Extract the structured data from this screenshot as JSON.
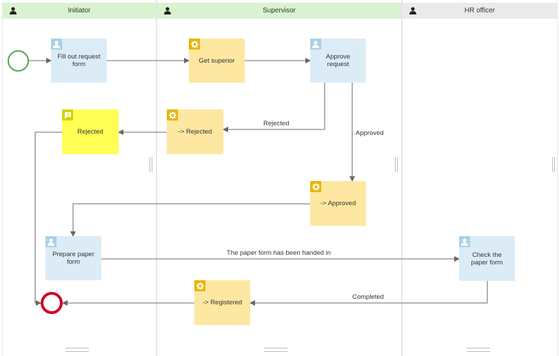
{
  "lanes": [
    {
      "title": "Initiator",
      "header_color": "#d9f2d0"
    },
    {
      "title": "Supervisor",
      "header_color": "#d9f2d0"
    },
    {
      "title": "HR officer",
      "header_color": "#ece9ea"
    }
  ],
  "nodes": {
    "fill_out": "Fill out request form",
    "get_superior": "Get superior",
    "approve_request": "Approve request",
    "rejected_msg": "Rejected",
    "set_rejected": "-> Rejected",
    "set_approved": "-> Approved",
    "prepare_paper": "Prepare paper form",
    "check_paper": "Check the paper form",
    "set_registered": "-> Registered"
  },
  "flow_labels": {
    "rejected": "Rejected",
    "approved": "Approved",
    "handed_in": "The paper form has been handed in",
    "completed": "Completed"
  },
  "icons": {
    "lane_header": "person-icon",
    "user_task": "user-icon",
    "service_task": "gear-icon",
    "message": "exclamation-icon"
  },
  "colors": {
    "start_event": "#4aa84f",
    "end_event": "#d2001f",
    "user_task": "#dcecf6",
    "service_task": "#fde7a1",
    "message": "#ffff55"
  }
}
